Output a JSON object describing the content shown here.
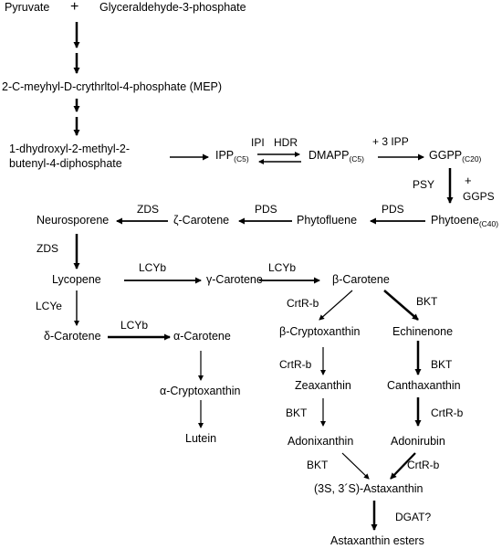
{
  "nodes": {
    "pyruvate": "Pyruvate",
    "g3p": "Glyceraldehyde-3-phosphate",
    "mep": "2-C-meyhyl-D-crythrltol-4-phosphate (MEP)",
    "hmbpp_1": "1-dhydroxyl-2-methyl-2-",
    "hmbpp_2": "butenyl-4-diphosphate",
    "ipp": "IPP",
    "ipp_sub": "(C5)",
    "dmapp": "DMAPP",
    "dmapp_sub": "(C5)",
    "ggpp": "GGPP",
    "ggpp_sub": "(C20)",
    "phytoene": "Phytoene",
    "phytoene_sub": "(C40)",
    "phytofluene": "Phytofluene",
    "zeta_carotene": "ζ-Carotene",
    "neurosporene": "Neurosporene",
    "lycopene": "Lycopene",
    "gamma_carotene": "γ-Carotene",
    "beta_carotene": "β-Carotene",
    "delta_carotene": "δ-Carotene",
    "alpha_carotene": "α-Carotene",
    "beta_cryptoxanthin": "β-Cryptoxanthin",
    "echinenone": "Echinenone",
    "alpha_cryptoxanthin": "α-Cryptoxanthin",
    "zeaxanthin": "Zeaxanthin",
    "canthaxanthin": "Canthaxanthin",
    "lutein": "Lutein",
    "adonixanthin": "Adonixanthin",
    "adonirubin": "Adonirubin",
    "astaxanthin": "(3S, 3´S)-Astaxanthin",
    "astaxanthin_esters": "Astaxanthin esters"
  },
  "symbols": {
    "plus_top": "+",
    "plus_ggps": "+"
  },
  "enzymes": {
    "ipi": "IPI",
    "hdr": "HDR",
    "plus_3ipp": "+ 3 IPP",
    "psy": "PSY",
    "ggps": "GGPS",
    "pds_1": "PDS",
    "pds_2": "PDS",
    "zds_1": "ZDS",
    "zds_2": "ZDS",
    "lcyb_1": "LCYb",
    "lcyb_2": "LCYb",
    "lcyb_3": "LCYb",
    "lcye": "LCYe",
    "crtrb_1": "CrtR-b",
    "crtrb_2": "CrtR-b",
    "crtrb_3": "CrtR-b",
    "crtrb_4": "CrtR-b",
    "bkt_1": "BKT",
    "bkt_2": "BKT",
    "bkt_3": "BKT",
    "bkt_4": "BKT",
    "dgat": "DGAT?"
  }
}
